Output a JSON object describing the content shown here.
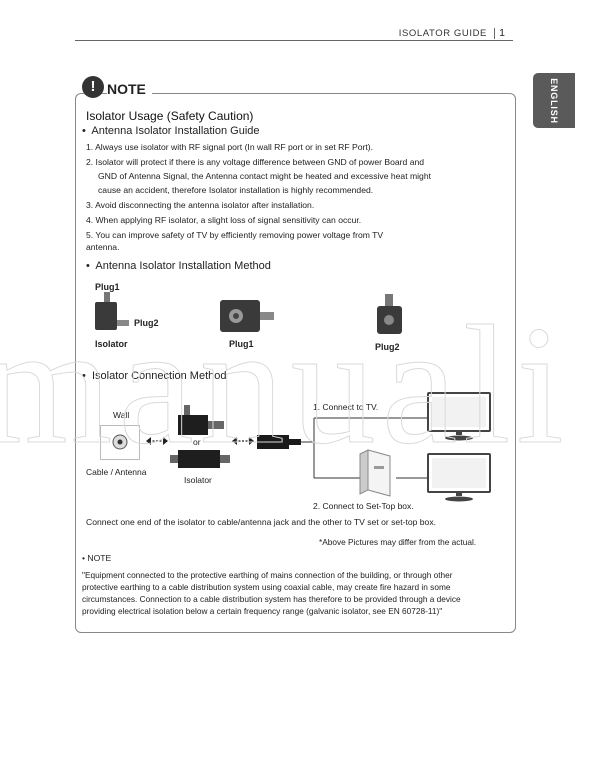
{
  "header": {
    "title": "ISOLATOR GUIDE",
    "page_number": "1"
  },
  "language_tab": "ENGLISH",
  "watermark": "manuali",
  "note": {
    "badge": "!",
    "title": "NOTE",
    "heading": "Isolator Usage (Safety Caution)",
    "section1": "Antenna Isolator Installation Guide",
    "items": [
      "1. Always use isolator with RF signal port (In wall RF port or in set RF Port).",
      "2. Isolator will protect if there is any voltage difference between GND of power Board and",
      "GND of Antenna Signal, the Antenna contact might be heated and excessive heat might",
      "cause an accident, therefore Isolator installation is highly recommended.",
      "3. Avoid disconnecting the antenna isolator after installation.",
      "4. When applying RF isolator, a slight loss of signal sensitivity can occur.",
      "5. You can improve safety of TV by efficiently removing power voltage from TV",
      "antenna."
    ],
    "section2": "Antenna Isolator Installation Method",
    "install_labels": {
      "plug1_top": "Plug1",
      "plug2_side": "Plug2",
      "isolator": "Isolator",
      "plug1": "Plug1",
      "plug2": "Plug2"
    },
    "section3": "Isolator Connection Method",
    "connection_labels": {
      "wall": "Wall",
      "or": "or",
      "cable_antenna": "Cable / Antenna",
      "isolator": "Isolator",
      "connect_tv": "1. Connect to TV.",
      "connect_stb": "2. Connect to Set-Top box."
    },
    "connect_instruction": "Connect one end of the isolator to cable/antenna jack and the other to TV set or set-top box.",
    "disclaimer": "*Above Pictures may differ from the actual.",
    "note2_title": "NOTE",
    "note2_lines": [
      "\"Equipment connected to the protective earthing of mains connection of the building, or through other",
      "protective earthing to a cable distribution system using coaxial cable, may create fire hazard in some",
      "circumstances. Connection to a cable distribution system has therefore to be provided through a device",
      "providing electrical isolation below a certain frequency range (galvanic isolator, see EN 60728-11)\""
    ]
  }
}
